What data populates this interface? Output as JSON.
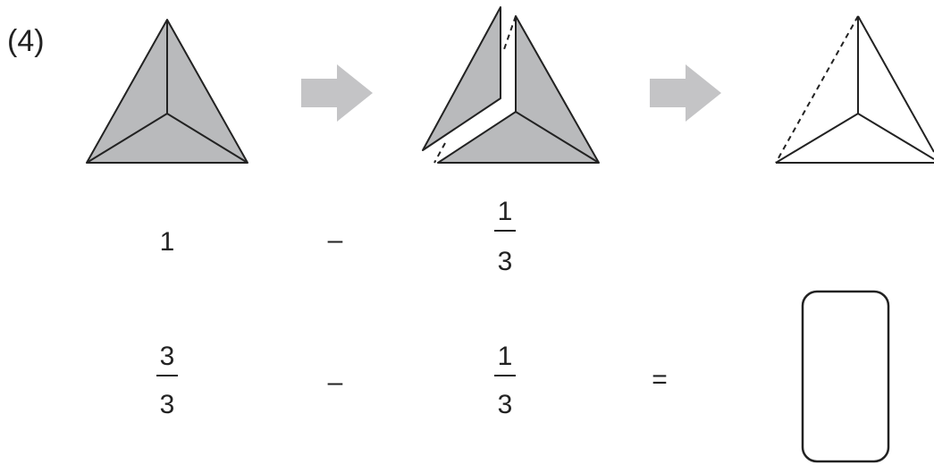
{
  "problem": {
    "number": "(4)"
  },
  "colors": {
    "shade": "#b9babc",
    "arrow": "#c4c4c6",
    "line": "#222222"
  },
  "row1": {
    "whole": "1",
    "minus": "–",
    "fraction": {
      "numerator": "1",
      "denominator": "3"
    }
  },
  "row2": {
    "left_fraction": {
      "numerator": "3",
      "denominator": "3"
    },
    "minus": "–",
    "right_fraction": {
      "numerator": "1",
      "denominator": "3"
    },
    "equals": "=",
    "answer": ""
  }
}
